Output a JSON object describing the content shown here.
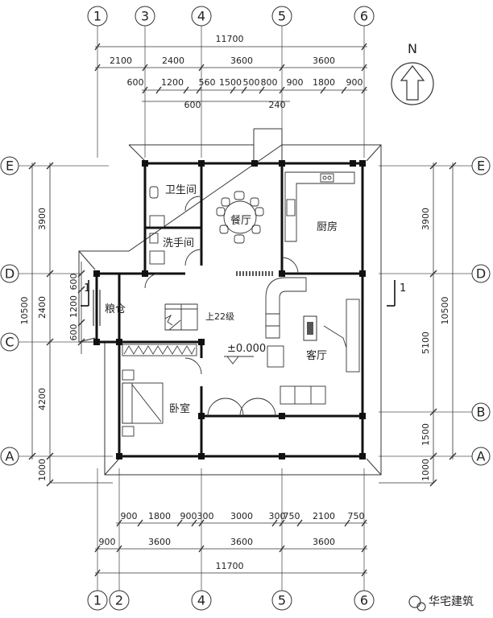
{
  "axes_top": [
    "1",
    "3",
    "4",
    "5",
    "6"
  ],
  "axes_bottom": [
    "1",
    "2",
    "4",
    "5",
    "6"
  ],
  "axes_left": [
    "E",
    "D",
    "C",
    "A"
  ],
  "axes_right": [
    "E",
    "D",
    "B",
    "A"
  ],
  "dims_top": {
    "total": "11700",
    "row1": [
      "2100",
      "2400",
      "3600",
      "3600"
    ],
    "row2": [
      "600",
      "1200",
      "560",
      "1500",
      "500",
      "800",
      "900",
      "1800",
      "900"
    ],
    "row3": [
      "600",
      "240"
    ]
  },
  "dims_bottom": {
    "row1": [
      "900",
      "1800",
      "900",
      "300",
      "3000",
      "300",
      "750",
      "2100",
      "750"
    ],
    "row2": [
      "900",
      "3600",
      "3600",
      "3600"
    ],
    "total": "11700"
  },
  "dims_left": {
    "outer": "10500",
    "row": [
      "3900",
      "2400",
      "4200",
      "1000"
    ],
    "small": [
      "600",
      "1200",
      "600"
    ]
  },
  "dims_right": {
    "outer": "10500",
    "row": [
      "3900",
      "5100",
      "1500",
      "1000"
    ]
  },
  "rooms": {
    "bathroom": "卫生间",
    "washroom": "洗手间",
    "dining": "餐厅",
    "kitchen": "厨房",
    "storage": "粮仓",
    "living": "客厅",
    "bedroom": "卧室"
  },
  "annotations": {
    "stairs": "上22级",
    "elevation": "±0.000",
    "section": "1",
    "north": "N"
  },
  "watermark": "华宅建筑"
}
